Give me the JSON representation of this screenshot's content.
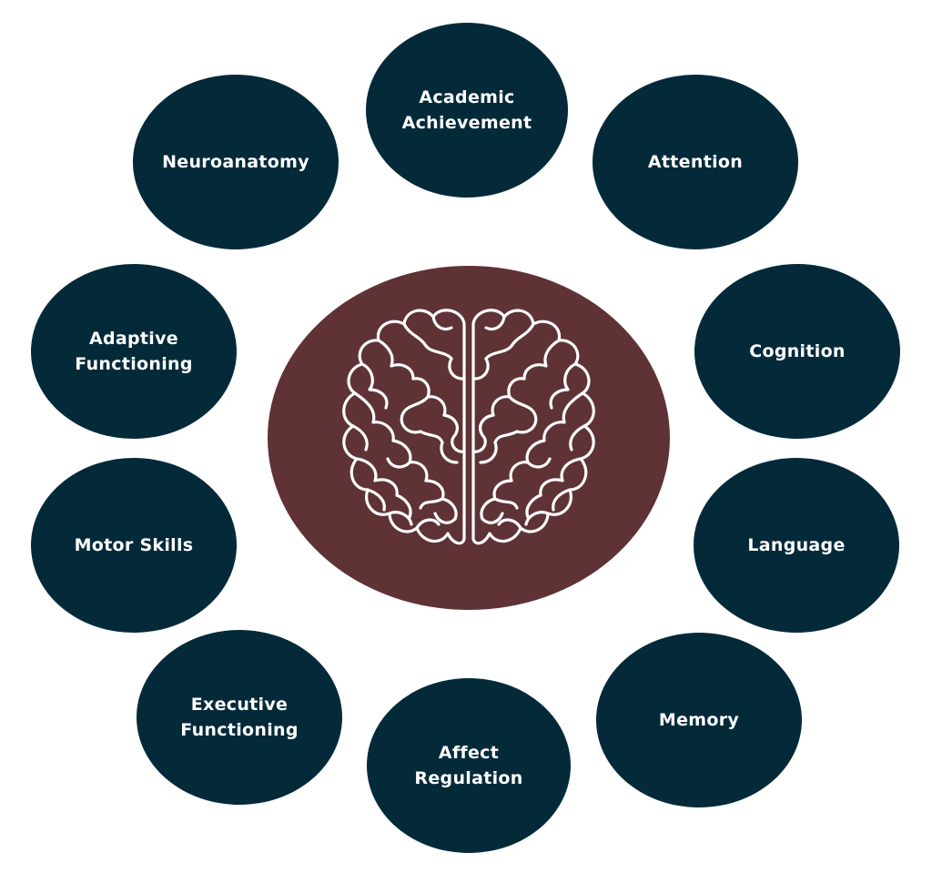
{
  "colors": {
    "node_fill": "#042a3a",
    "center_fill": "#5f3236",
    "brain_stroke": "#ffffff",
    "label_text": "#ffffff",
    "background": "#ffffff"
  },
  "center": {
    "icon": "brain-icon"
  },
  "nodes": [
    {
      "id": "academic-achievement",
      "label": "Academic\nAchievement"
    },
    {
      "id": "attention",
      "label": "Attention"
    },
    {
      "id": "cognition",
      "label": "Cognition"
    },
    {
      "id": "language",
      "label": "Language"
    },
    {
      "id": "memory",
      "label": "Memory"
    },
    {
      "id": "affect-regulation",
      "label": "Affect\nRegulation"
    },
    {
      "id": "executive-functioning",
      "label": "Executive\nFunctioning"
    },
    {
      "id": "motor-skills",
      "label": "Motor Skills"
    },
    {
      "id": "adaptive-functioning",
      "label": "Adaptive\nFunctioning"
    },
    {
      "id": "neuroanatomy",
      "label": "Neuroanatomy"
    }
  ]
}
